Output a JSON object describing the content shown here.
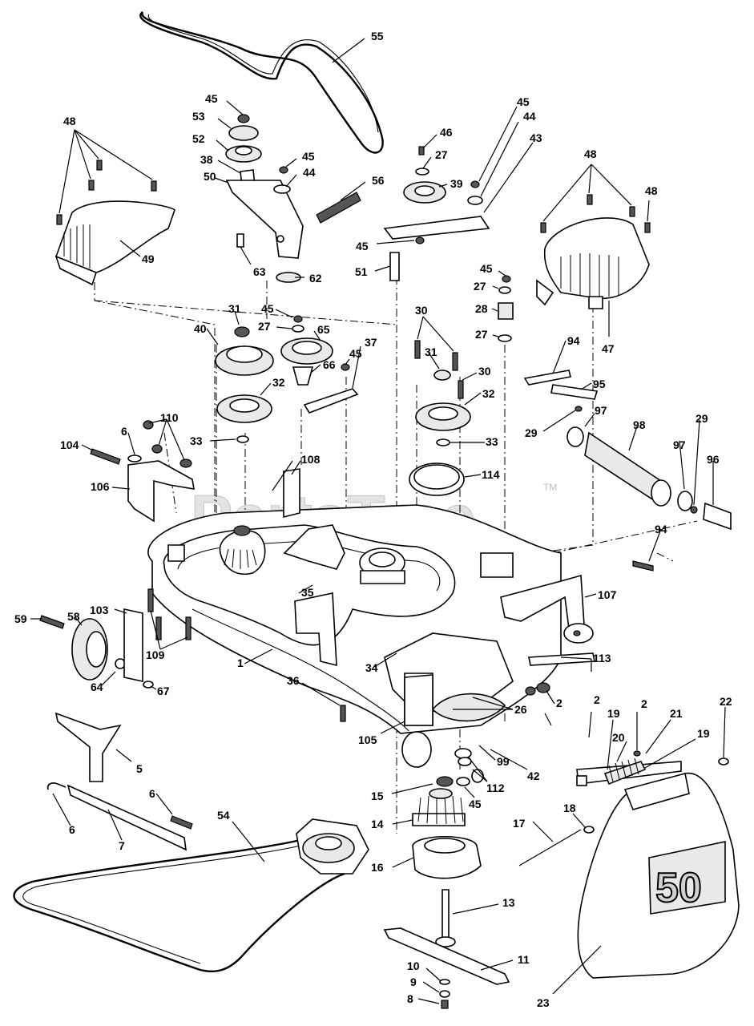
{
  "watermark": "PartsTree",
  "watermark_tm": "TM",
  "chute_decal": "50",
  "callouts": [
    "55",
    "45",
    "53",
    "52",
    "38",
    "50",
    "45",
    "44",
    "56",
    "63",
    "62",
    "46",
    "27",
    "39",
    "45",
    "44",
    "43",
    "45",
    "51",
    "48",
    "49",
    "48",
    "48",
    "47",
    "45",
    "27",
    "28",
    "27",
    "31",
    "45",
    "27",
    "65",
    "40",
    "66",
    "45",
    "37",
    "32",
    "33",
    "30",
    "31",
    "30",
    "32",
    "33",
    "114",
    "94",
    "95",
    "29",
    "97",
    "98",
    "29",
    "97",
    "96",
    "94",
    "104",
    "6",
    "110",
    "106",
    "108",
    "35",
    "107",
    "59",
    "58",
    "103",
    "109",
    "1",
    "34",
    "113",
    "64",
    "67",
    "36",
    "26",
    "2",
    "105",
    "99",
    "112",
    "42",
    "2",
    "19",
    "2",
    "21",
    "22",
    "20",
    "19",
    "15",
    "45",
    "5",
    "6",
    "6",
    "7",
    "54",
    "14",
    "16",
    "18",
    "17",
    "13",
    "11",
    "10",
    "9",
    "8",
    "23"
  ]
}
